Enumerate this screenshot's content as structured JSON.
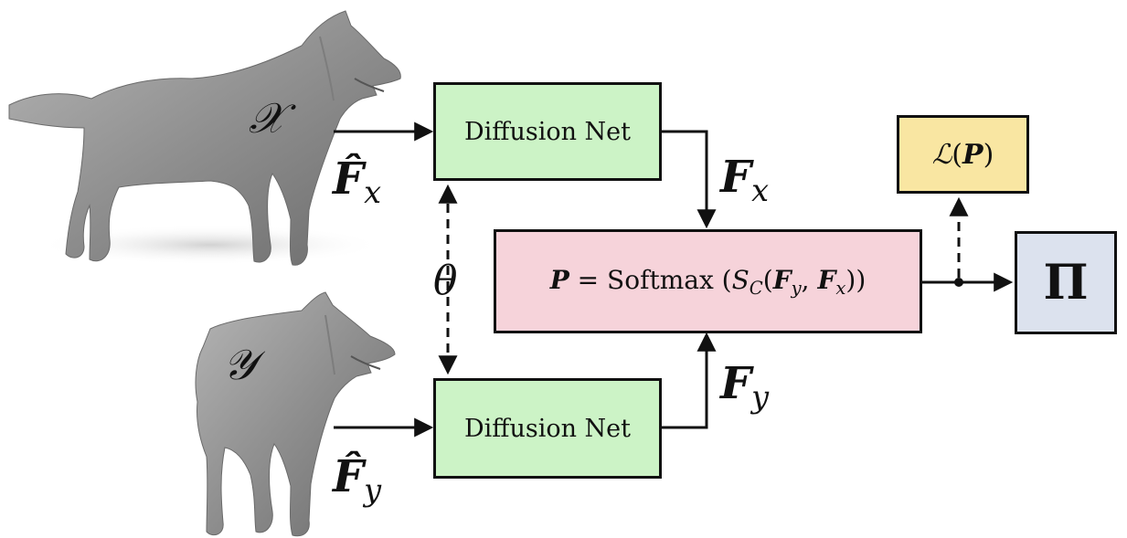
{
  "diagram": {
    "nodes": {
      "net_top": "Diffusion Net",
      "net_bottom": "Diffusion Net",
      "softmax_lhs": "P",
      "softmax_eq": " = Softmax",
      "softmax_args": {
        "open": " (",
        "s": "S",
        "s_sub": "C",
        "paren_open": "(",
        "fy": "F",
        "fy_sub": "y",
        "comma": ", ",
        "fx": "F",
        "fx_sub": "x",
        "close": "))"
      },
      "loss_script": "ℒ",
      "loss_open": "(",
      "loss_arg": "P",
      "loss_close": ")",
      "output": "Π"
    },
    "labels": {
      "shape_x": "𝒳",
      "shape_y": "𝒴",
      "theta": "θ",
      "fx_hat": {
        "sym": "F̂",
        "sub": "x"
      },
      "fy_hat": {
        "sym": "F̂",
        "sub": "y"
      },
      "fx": {
        "sym": "F",
        "sub": "x"
      },
      "fy": {
        "sym": "F",
        "sub": "y"
      }
    },
    "colors": {
      "net": "#ccf3c6",
      "softmax": "#f6d3da",
      "loss": "#f9e6a2",
      "output": "#dce2ee",
      "mesh": "#8e8e8e"
    }
  }
}
